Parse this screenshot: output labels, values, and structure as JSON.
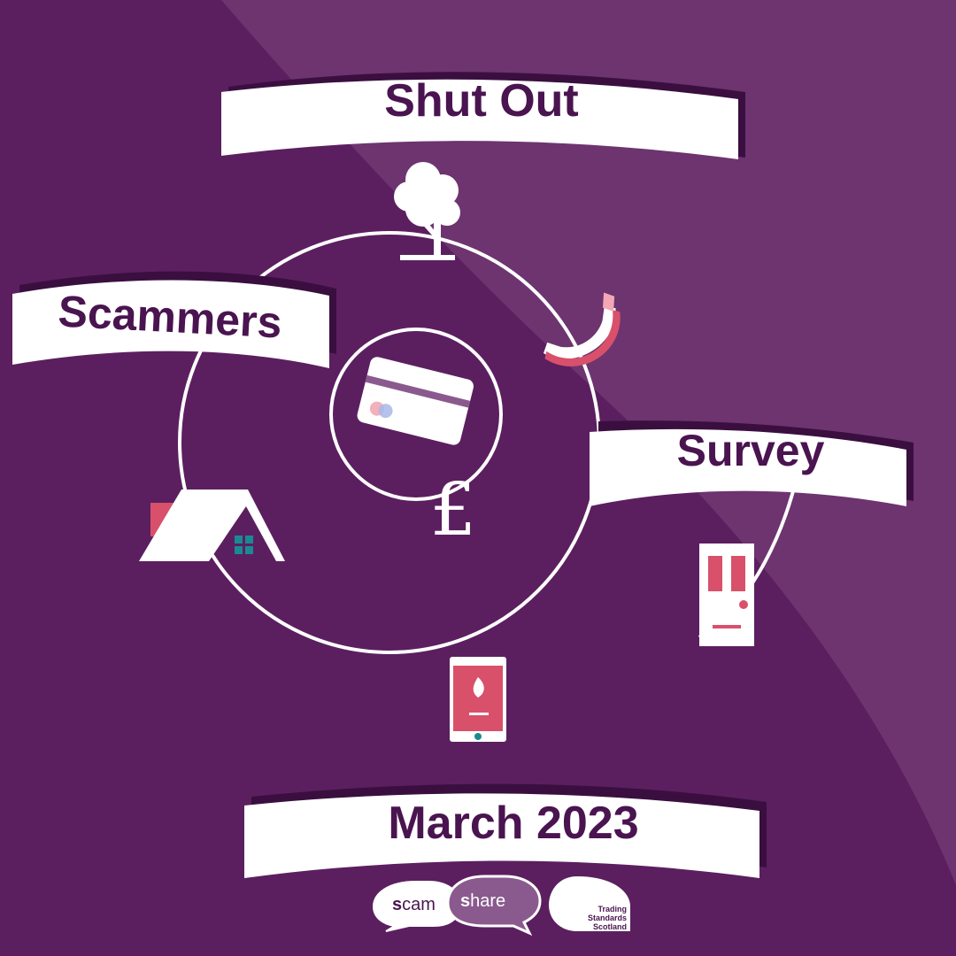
{
  "banners": {
    "shut_out": "Shut Out",
    "scammers": "Scammers",
    "survey": "Survey",
    "date": "March 2023"
  },
  "icons": {
    "center": "credit-card-icon",
    "pound": "£",
    "orbit": [
      "tree-icon",
      "phone-handset-icon",
      "door-icon",
      "boiler-icon",
      "house-roof-icon"
    ]
  },
  "logos": {
    "scam_prefix": "s",
    "scam_rest": "cam",
    "share_prefix": "s",
    "share_rest": "hare",
    "ts_line1": "Trading",
    "ts_line2": "Standards",
    "ts_line3": "Scotland"
  },
  "colors": {
    "background": "#5b1f60",
    "background_light": "#6d3470",
    "banner": "#ffffff",
    "banner_shadow": "#3a0f40",
    "text": "#4a1450",
    "accent_pink": "#d9506b",
    "accent_teal": "#1a8a92"
  }
}
